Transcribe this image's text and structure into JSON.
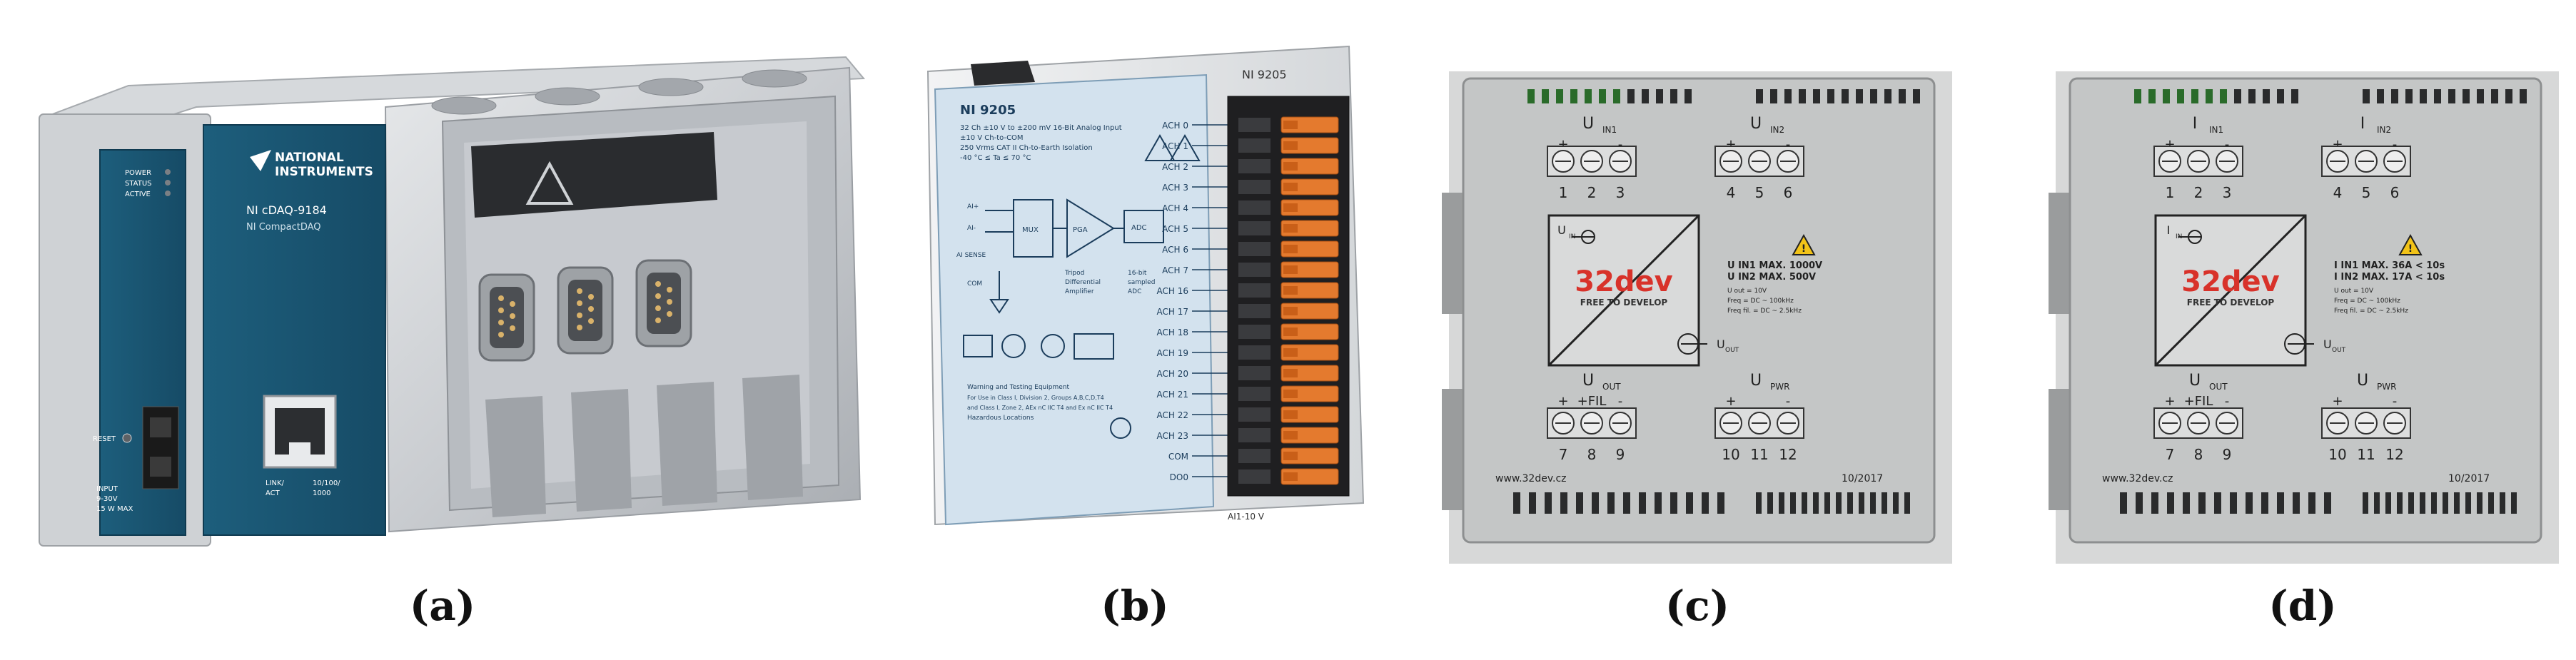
{
  "figure": {
    "captions": [
      "(a)",
      "(b)",
      "(c)",
      "(d)"
    ]
  },
  "panel_a": {
    "brand_line1": "NATIONAL",
    "brand_line2": "INSTRUMENTS",
    "model": "NI cDAQ-9184",
    "subtitle": "NI CompactDAQ",
    "leds": [
      "POWER",
      "STATUS",
      "ACTIVE"
    ],
    "reset_label": "RESET",
    "input_label": [
      "INPUT",
      "9-30V",
      "15 W MAX"
    ],
    "link_label": [
      "LINK/",
      "ACT"
    ],
    "speed_label": [
      "10/100/",
      "1000"
    ]
  },
  "panel_b": {
    "model_label": "NI 9205",
    "spec_lines": [
      "32 Ch ±10 V to ±200 mV 16-Bit Analog Input",
      "±10 V Ch-to-COM",
      "250 Vrms CAT II Ch-to-Earth Isolation",
      "-40 °C ≤ Ta ≤ 70 °C"
    ],
    "diagram_labels": [
      "AI+",
      "AI-",
      "AI SENSE",
      "COM",
      "MUX",
      "PGA",
      "ADC"
    ],
    "diagram_notes": [
      "Tripod",
      "Differential",
      "Amplifier",
      "16-bit",
      "sampled",
      "ADC"
    ],
    "channels": [
      "ACH 0",
      "ACH 1",
      "ACH 2",
      "ACH 3",
      "ACH 4",
      "ACH 5",
      "ACH 6",
      "ACH 7",
      "ACH 16",
      "ACH 17",
      "ACH 18",
      "ACH 19",
      "ACH 20",
      "ACH 21",
      "ACH 22",
      "ACH 23",
      "COM",
      "DO0"
    ],
    "bottom_label": "AI1-10 V",
    "cert_lines": [
      "Warning and Testing Equipment",
      "For Use in Class I, Division 2, Groups A,B,C,D,T4",
      "and Class I, Zone 2, AEx nC IIC T4 and Ex nC IIC T4",
      "Hazardous Locations"
    ]
  },
  "panel_c": {
    "top_groups": [
      {
        "label": "U",
        "sub": "IN1",
        "signs": [
          "+",
          "",
          "-"
        ]
      },
      {
        "label": "U",
        "sub": "IN2",
        "signs": [
          "+",
          "",
          "-"
        ]
      }
    ],
    "top_numbers": [
      "1",
      "2",
      "3",
      "4",
      "5",
      "6"
    ],
    "in_label": "U",
    "in_sub": "IN",
    "out_label": "U",
    "out_sub": "OUT",
    "logo": "32dev",
    "tagline": "FREE TO DEVELOP",
    "specs": [
      "U IN1 MAX. 1000V",
      "U IN2 MAX. 500V",
      "U out = 10V",
      "Freq = DC ~ 100kHz",
      "Freq fil. = DC ~ 2.5kHz"
    ],
    "bottom_groups": [
      {
        "label": "U",
        "sub": "OUT",
        "signs": [
          "+",
          "+FIL",
          "-"
        ]
      },
      {
        "label": "U",
        "sub": "PWR",
        "signs": [
          "+",
          "",
          "-"
        ]
      }
    ],
    "bottom_numbers": [
      "7",
      "8",
      "9",
      "10",
      "11",
      "12"
    ],
    "website": "www.32dev.cz",
    "date": "10/2017"
  },
  "panel_d": {
    "top_groups": [
      {
        "label": "I",
        "sub": "IN1",
        "signs": [
          "+",
          "",
          "-"
        ]
      },
      {
        "label": "I",
        "sub": "IN2",
        "signs": [
          "+",
          "",
          "-"
        ]
      }
    ],
    "top_numbers": [
      "1",
      "2",
      "3",
      "4",
      "5",
      "6"
    ],
    "in_label": "I",
    "in_sub": "IN",
    "out_label": "U",
    "out_sub": "OUT",
    "logo": "32dev",
    "tagline": "FREE TO DEVELOP",
    "specs": [
      "I IN1 MAX. 36A < 10s",
      "I IN2 MAX. 17A < 10s",
      "U out = 10V",
      "Freq = DC ~ 100kHz",
      "Freq fil. = DC ~ 2.5kHz"
    ],
    "bottom_groups": [
      {
        "label": "U",
        "sub": "OUT",
        "signs": [
          "+",
          "+FIL",
          "-"
        ]
      },
      {
        "label": "U",
        "sub": "PWR",
        "signs": [
          "+",
          "",
          "-"
        ]
      }
    ],
    "bottom_numbers": [
      "7",
      "8",
      "9",
      "10",
      "11",
      "12"
    ],
    "website": "www.32dev.cz",
    "date": "10/2017"
  }
}
